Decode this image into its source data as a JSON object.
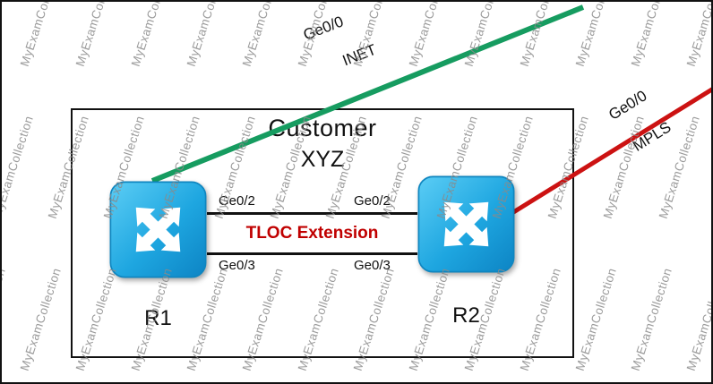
{
  "diagram": {
    "title_line1": "Customer",
    "title_line2": "XYZ",
    "routers": [
      {
        "label": "R1"
      },
      {
        "label": "R2"
      }
    ],
    "tloc_links": {
      "top_left_label": "Ge0/2",
      "top_right_label": "Ge0/2",
      "bottom_left_label": "Ge0/3",
      "bottom_right_label": "Ge0/3",
      "middle_label": "TLOC Extension",
      "middle_label_color": "#c00000"
    },
    "inet_link": {
      "interface": "Ge0/0",
      "name": "INET",
      "color": "#169c60"
    },
    "mpls_link": {
      "interface": "Ge0/0",
      "name": "MPLS",
      "color": "#cc1212"
    }
  },
  "watermark": {
    "text": "MyExamCollection"
  },
  "colors": {
    "router_fill": "#29abe2",
    "line_black": "#111111"
  }
}
